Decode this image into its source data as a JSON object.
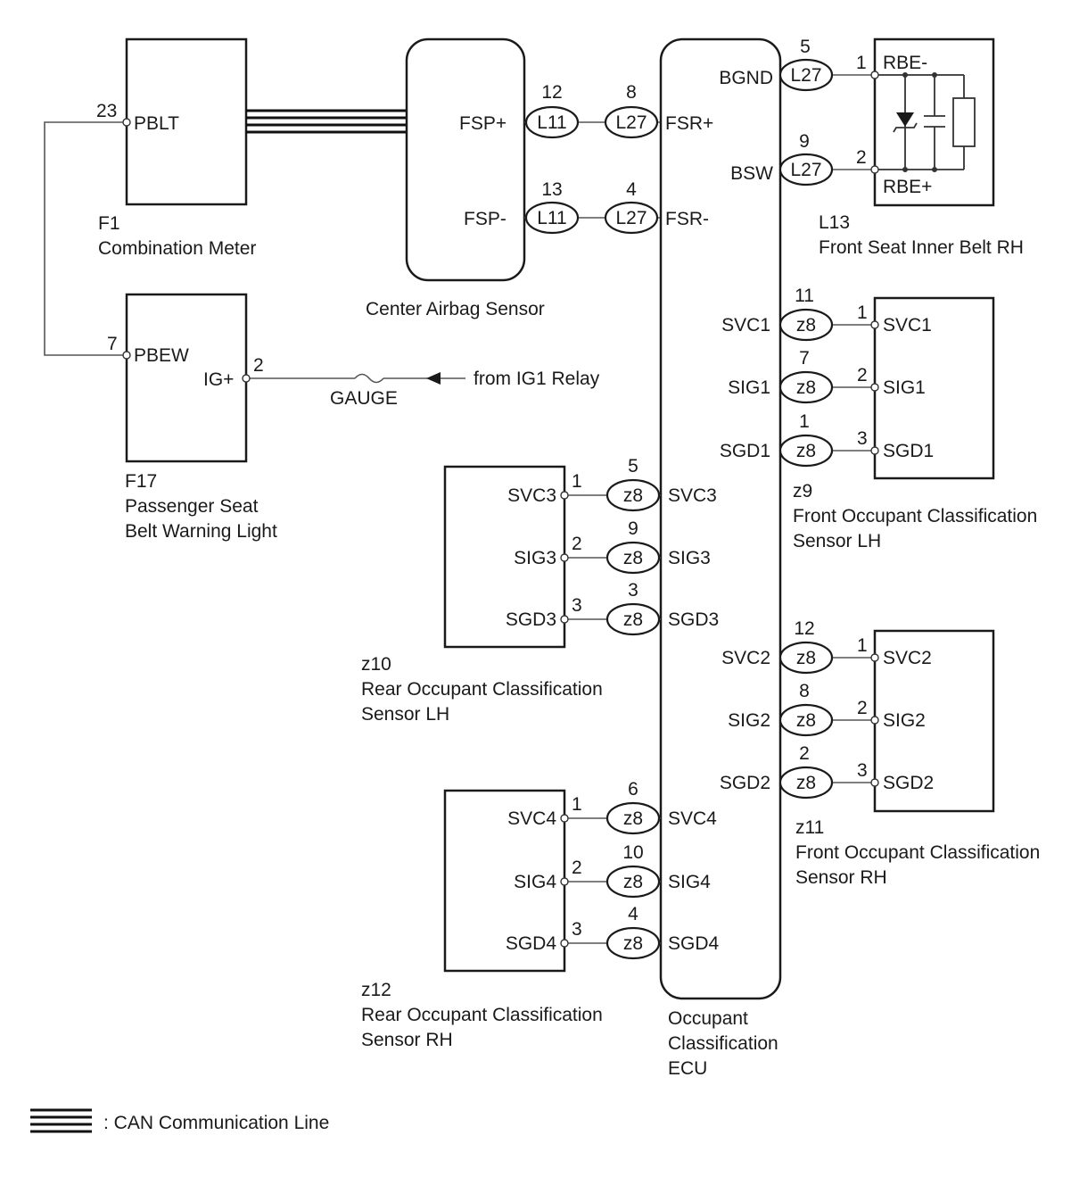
{
  "components": {
    "f1": {
      "code": "F1",
      "name": "Combination Meter",
      "pin_pblt": "PBLT",
      "pin_pblt_no": "23"
    },
    "f17": {
      "code": "F17",
      "name_line1": "Passenger Seat",
      "name_line2": "Belt Warning Light",
      "pin_pbew": "PBEW",
      "pin_pbew_no": "7",
      "pin_ig": "IG+",
      "pin_ig_no": "2"
    },
    "airbag": {
      "name": "Center Airbag Sensor",
      "pin_fsp_plus": "FSP+",
      "pin_fsp_minus": "FSP-"
    },
    "ecu": {
      "name_line1": "Occupant",
      "name_line2": "Classification",
      "name_line3": "ECU",
      "pin_fsr_plus": "FSR+",
      "pin_fsr_minus": "FSR-",
      "pin_bgnd": "BGND",
      "pin_bsw": "BSW"
    },
    "l13": {
      "code": "L13",
      "name": "Front Seat Inner Belt RH",
      "pin_rbe_minus": "RBE-",
      "pin_rbe_minus_no": "1",
      "pin_rbe_plus": "RBE+",
      "pin_rbe_plus_no": "2"
    },
    "z9": {
      "code": "z9",
      "name_line1": "Front Occupant Classification",
      "name_line2": "Sensor LH",
      "pins": [
        "SVC1",
        "SIG1",
        "SGD1"
      ],
      "pin_nos": [
        "1",
        "2",
        "3"
      ]
    },
    "z10": {
      "code": "z10",
      "name_line1": "Rear Occupant Classification",
      "name_line2": "Sensor LH",
      "pins": [
        "SVC3",
        "SIG3",
        "SGD3"
      ],
      "pin_nos": [
        "1",
        "2",
        "3"
      ]
    },
    "z11": {
      "code": "z11",
      "name_line1": "Front Occupant Classification",
      "name_line2": "Sensor RH",
      "pins": [
        "SVC2",
        "SIG2",
        "SGD2"
      ],
      "pin_nos": [
        "1",
        "2",
        "3"
      ]
    },
    "z12": {
      "code": "z12",
      "name_line1": "Rear Occupant Classification",
      "name_line2": "Sensor RH",
      "pins": [
        "SVC4",
        "SIG4",
        "SGD4"
      ],
      "pin_nos": [
        "1",
        "2",
        "3"
      ]
    }
  },
  "connectors": {
    "l11": "L11",
    "l27": "L27",
    "z8": "z8"
  },
  "connector_pins": {
    "fsp_plus_l11": "12",
    "fsr_plus_l27": "8",
    "fsp_minus_l11": "13",
    "fsr_minus_l27": "4",
    "bgnd_l27": "5",
    "bsw_l27": "9",
    "svc1": "11",
    "sig1": "7",
    "sgd1": "1",
    "svc3": "5",
    "sig3": "9",
    "sgd3": "3",
    "svc2": "12",
    "sig2": "8",
    "sgd2": "2",
    "svc4": "6",
    "sig4": "10",
    "sgd4": "4"
  },
  "fuse": {
    "name": "GAUGE",
    "source": "from IG1 Relay"
  },
  "legend": {
    "can_line": ": CAN Communication Line"
  }
}
